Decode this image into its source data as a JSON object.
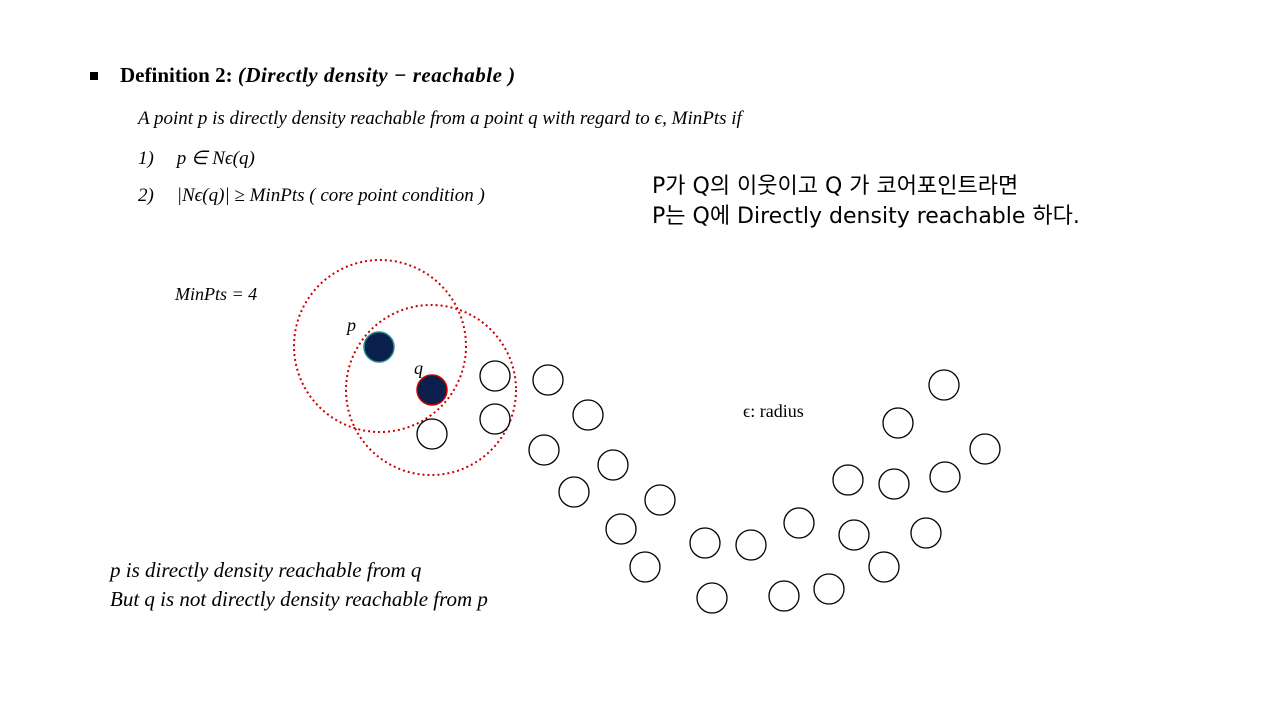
{
  "definition": {
    "title_prefix": "Definition 2:",
    "title_math": "(Directly density − reachable )",
    "sentence": "A point p is directly density reachable from a point q with regard to ϵ, MinPts if",
    "conditions": [
      {
        "num": "1)",
        "text": "p ∈ Nϵ(q)"
      },
      {
        "num": "2)",
        "text": "|Nϵ(q)| ≥ MinPts  ( core point condition )"
      }
    ]
  },
  "korean_note": {
    "line1": "P가 Q의 이웃이고 Q 가 코어포인트라면",
    "line2": "P는 Q에 Directly density reachable 하다."
  },
  "diagram": {
    "minpts_label": "MinPts = 4",
    "p_label": "p",
    "q_label": "q",
    "epsilon_label": "ϵ: radius",
    "colors": {
      "core_point": "#0b1f4d",
      "neighborhood": "#cc0000"
    }
  },
  "conclusion": {
    "line1": "p is directly density reachable from q",
    "line2": "But q is not directly density reachable from p"
  }
}
